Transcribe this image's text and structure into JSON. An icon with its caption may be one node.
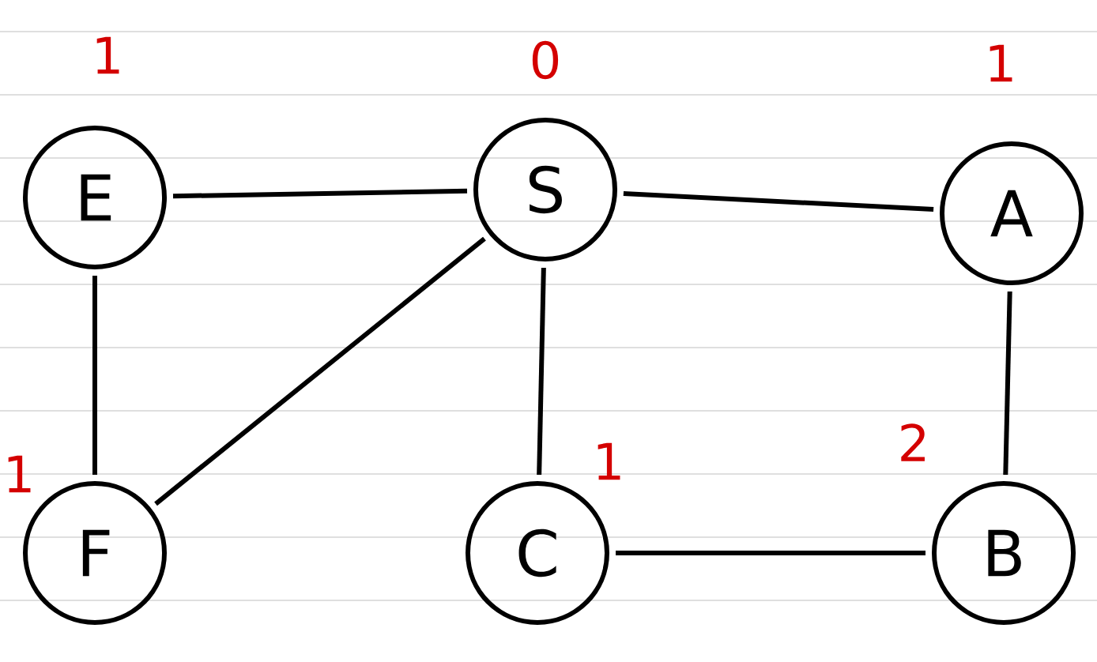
{
  "diagram": {
    "nodes": [
      {
        "text": [
          "E"
        ],
        "beside": [
          "1"
        ]
      },
      {
        "text": [
          "S"
        ],
        "beside": [
          "0"
        ]
      },
      {
        "text": [
          "A"
        ],
        "beside": [
          "1"
        ]
      },
      {
        "text": [
          "F"
        ],
        "beside": [
          "1"
        ]
      },
      {
        "text": [
          "C"
        ],
        "beside": [
          "1"
        ]
      },
      {
        "text": [
          "B"
        ],
        "beside": [
          "2"
        ]
      }
    ],
    "edges": [
      {
        "from": 0,
        "to": 1,
        "arrow": "none"
      },
      {
        "from": 1,
        "to": 2,
        "arrow": "none"
      },
      {
        "from": 0,
        "to": 3,
        "arrow": "none"
      },
      {
        "from": 1,
        "to": 3,
        "arrow": "none"
      },
      {
        "from": 1,
        "to": 4,
        "arrow": "none"
      },
      {
        "from": 2,
        "to": 5,
        "arrow": "none"
      },
      {
        "from": 4,
        "to": 5,
        "arrow": "none"
      }
    ]
  }
}
